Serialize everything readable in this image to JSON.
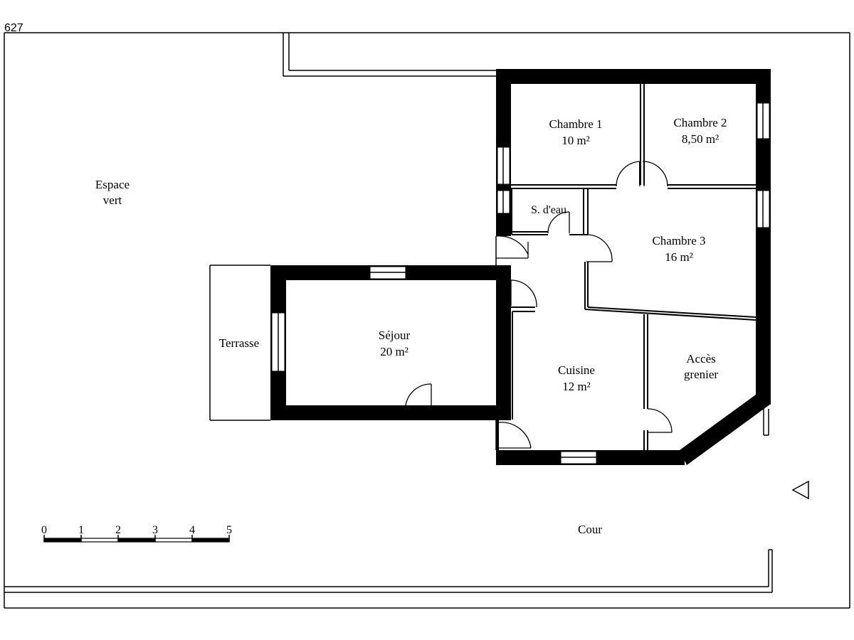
{
  "plan": {
    "reference": "627",
    "outdoor": {
      "green_space": [
        "Espace",
        "vert"
      ],
      "terrace": "Terrasse",
      "courtyard": "Cour"
    },
    "rooms": {
      "chambre1": {
        "name": "Chambre 1",
        "area": "10 m²"
      },
      "chambre2": {
        "name": "Chambre 2",
        "area": "8,50 m²"
      },
      "chambre3": {
        "name": "Chambre 3",
        "area": "16 m²"
      },
      "salle_eau": {
        "name": "S. d'eau"
      },
      "sejour": {
        "name": "Séjour",
        "area": "20 m²"
      },
      "cuisine": {
        "name": "Cuisine",
        "area": "12 m²"
      },
      "acces_grenier": {
        "name": [
          "Accès",
          "grenier"
        ]
      }
    },
    "scale": {
      "ticks": [
        "0",
        "1",
        "2",
        "3",
        "4",
        "5"
      ]
    },
    "north_marker": "triangle-left"
  }
}
